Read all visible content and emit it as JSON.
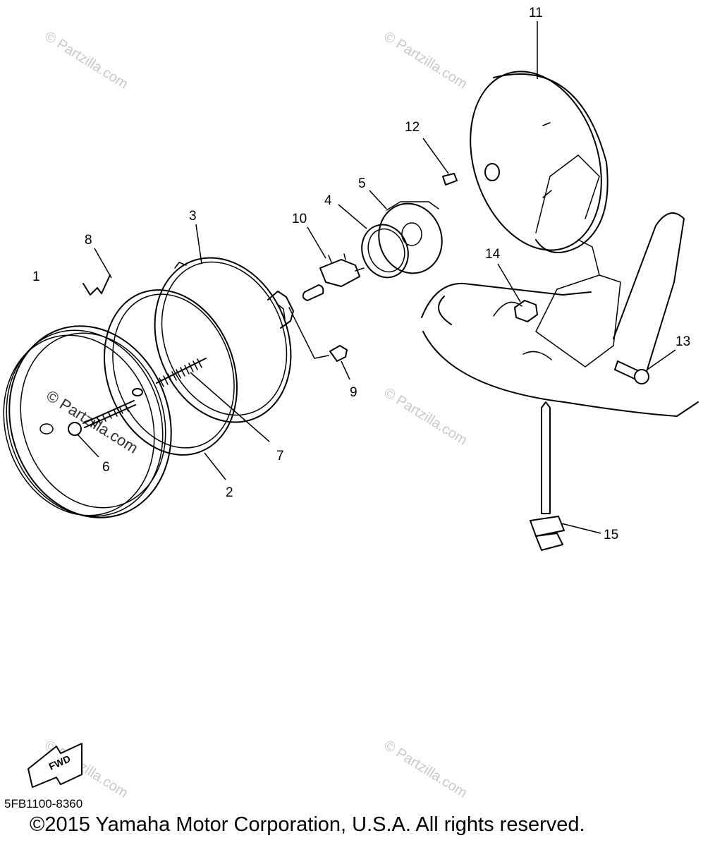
{
  "diagram": {
    "code": "5FB1100-8360",
    "copyright": "©2015 Yamaha Motor Corporation, U.S.A. All rights reserved.",
    "fwd_label": "FWD",
    "watermark": "© Partzilla.com",
    "callouts": [
      "1",
      "2",
      "3",
      "4",
      "5",
      "6",
      "7",
      "8",
      "9",
      "10",
      "11",
      "12",
      "13",
      "14",
      "15"
    ]
  }
}
